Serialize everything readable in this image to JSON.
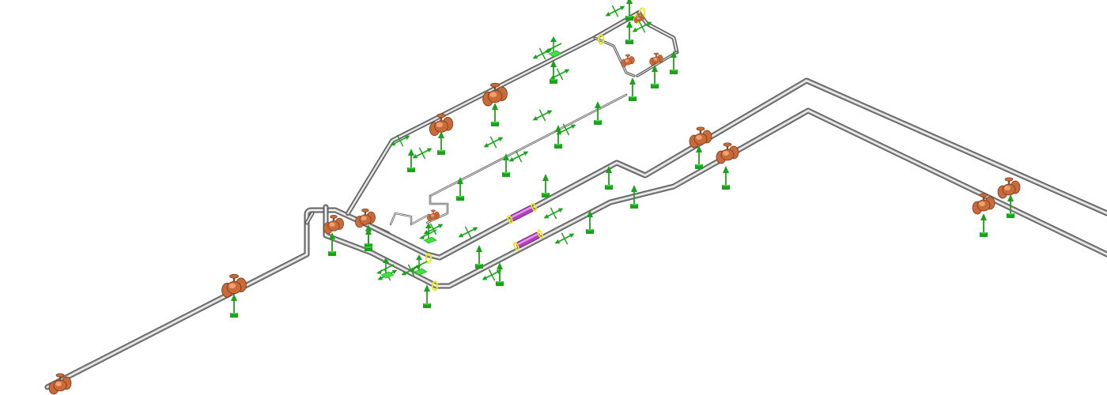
{
  "colors": {
    "pipe_dark": "#5a5a5a",
    "pipe_mid": "#9a9a9a",
    "pipe_highlight": "#f2f2f2",
    "valve": "#c96a3a",
    "valve_light": "#f0a070",
    "support": "#1aa31a",
    "support_light": "#3fe03f",
    "flange": "#e8e820",
    "strainer": "#b040c0",
    "strainer_light": "#e39ae8"
  },
  "components": {
    "valve_count": 14,
    "support_count": 48,
    "strainer_count": 2
  }
}
